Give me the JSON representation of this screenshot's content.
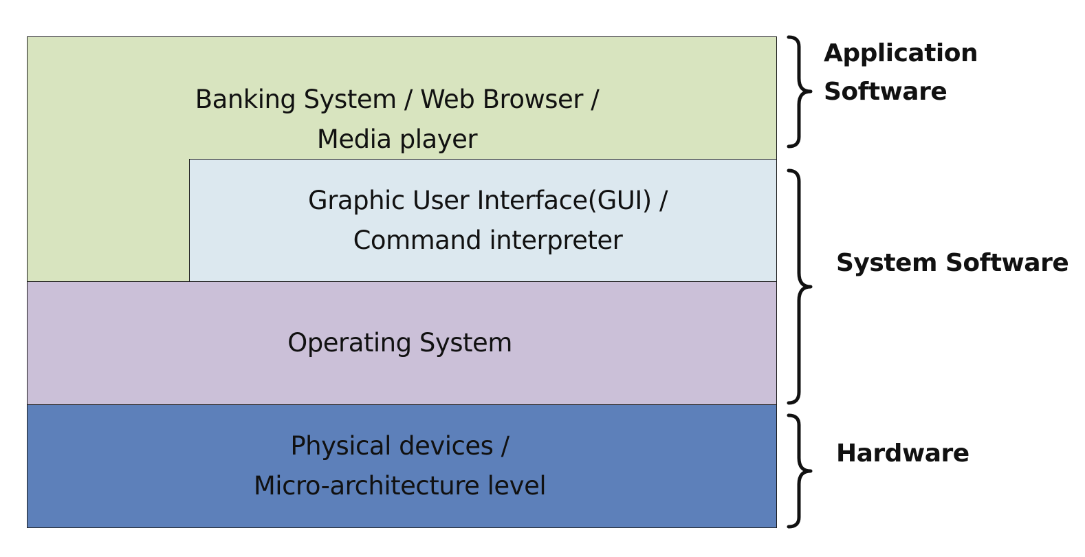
{
  "layers": {
    "application": {
      "line1": "Banking System / Web Browser /",
      "line2": "Media player",
      "color": "#d8e4bf"
    },
    "gui": {
      "line1": "Graphic User Interface(GUI) /",
      "line2": "Command interpreter",
      "color": "#dce8ef"
    },
    "os": {
      "line1": "Operating System",
      "color": "#cbc0d8"
    },
    "hardware": {
      "line1": "Physical devices /",
      "line2": "Micro-architecture level",
      "color": "#5d80ba"
    }
  },
  "brace_labels": {
    "application": {
      "line1": "Application",
      "line2": "Software"
    },
    "system": {
      "line1": "System Software"
    },
    "hardware": {
      "line1": "Hardware"
    }
  }
}
